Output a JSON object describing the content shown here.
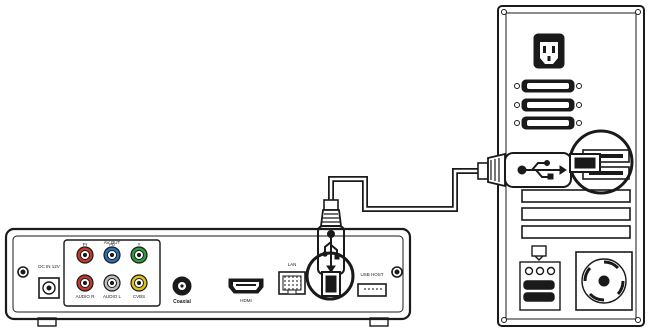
{
  "rear_panel": {
    "dc_in_label": "DC IN 12V",
    "av_out_label": "AV OUT",
    "port_letters": {
      "pr": "Pr",
      "pb": "Pb",
      "y": "Y"
    },
    "audio_r_label": "AUDIO R",
    "audio_l_label": "AUDIO L",
    "cvbs_label": "CVBS",
    "coaxial_label": "Coaxial",
    "hdmi_label": "HDMI",
    "lan_label": "LAN",
    "usb_host_label": "USB HOST"
  },
  "colors": {
    "outline": "#1a1a1a",
    "rca_red": "#c0392b",
    "rca_blue": "#2c6fb7",
    "rca_green": "#2e9b3a",
    "rca_white": "#bfbfbf",
    "rca_yellow": "#e0c21a"
  },
  "icons": {
    "usb_symbol": "usb-trident-icon",
    "power_socket": "iec-power-socket-icon",
    "fan": "fan-grille-icon"
  }
}
